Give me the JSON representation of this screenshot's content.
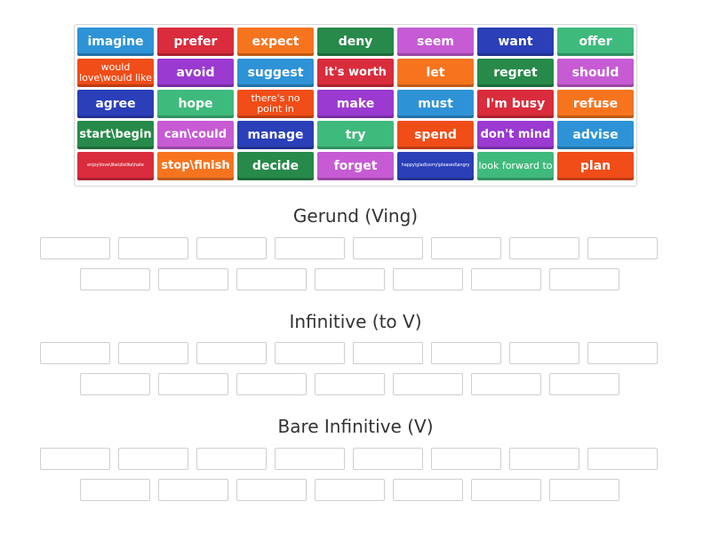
{
  "tiles": [
    {
      "label": "imagine",
      "color": "#2e93d6",
      "size": "l"
    },
    {
      "label": "prefer",
      "color": "#d92c3c",
      "size": "l"
    },
    {
      "label": "expect",
      "color": "#f7741f",
      "size": "l"
    },
    {
      "label": "deny",
      "color": "#278a4a",
      "size": "l"
    },
    {
      "label": "seem",
      "color": "#c65bd4",
      "size": "l"
    },
    {
      "label": "want",
      "color": "#2a3fb8",
      "size": "l"
    },
    {
      "label": "offer",
      "color": "#3fba7d",
      "size": "l"
    },
    {
      "label": "would love\\would like",
      "color": "#f04d18",
      "size": "s"
    },
    {
      "label": "avoid",
      "color": "#9a3ad1",
      "size": "l"
    },
    {
      "label": "suggest",
      "color": "#2e93d6",
      "size": "l"
    },
    {
      "label": "it's worth",
      "color": "#d92c3c",
      "size": "m"
    },
    {
      "label": "let",
      "color": "#f7741f",
      "size": "l"
    },
    {
      "label": "regret",
      "color": "#278a4a",
      "size": "l"
    },
    {
      "label": "should",
      "color": "#c65bd4",
      "size": "l"
    },
    {
      "label": "agree",
      "color": "#2a3fb8",
      "size": "l"
    },
    {
      "label": "hope",
      "color": "#3fba7d",
      "size": "l"
    },
    {
      "label": "there's no point in",
      "color": "#f04d18",
      "size": "s"
    },
    {
      "label": "make",
      "color": "#9a3ad1",
      "size": "l"
    },
    {
      "label": "must",
      "color": "#2e93d6",
      "size": "l"
    },
    {
      "label": "I'm busy",
      "color": "#d92c3c",
      "size": "l"
    },
    {
      "label": "refuse",
      "color": "#f7741f",
      "size": "l"
    },
    {
      "label": "start\\begin",
      "color": "#278a4a",
      "size": "m"
    },
    {
      "label": "can\\could",
      "color": "#c65bd4",
      "size": "m"
    },
    {
      "label": "manage",
      "color": "#2a3fb8",
      "size": "l"
    },
    {
      "label": "try",
      "color": "#3fba7d",
      "size": "l"
    },
    {
      "label": "spend",
      "color": "#f04d18",
      "size": "l"
    },
    {
      "label": "don't mind",
      "color": "#9a3ad1",
      "size": "m"
    },
    {
      "label": "advise",
      "color": "#2e93d6",
      "size": "l"
    },
    {
      "label": "enjoy\\love\\like\\dislike\\hate",
      "color": "#d92c3c",
      "size": "xs"
    },
    {
      "label": "stop\\finish",
      "color": "#f7741f",
      "size": "m"
    },
    {
      "label": "decide",
      "color": "#278a4a",
      "size": "l"
    },
    {
      "label": "forget",
      "color": "#c65bd4",
      "size": "l"
    },
    {
      "label": "happy\\glad\\sorry\\pleased\\angry",
      "color": "#2a3fb8",
      "size": "xs"
    },
    {
      "label": "look forward to",
      "color": "#3fba7d",
      "size": "s"
    },
    {
      "label": "plan",
      "color": "#f04d18",
      "size": "l"
    }
  ],
  "groups": [
    {
      "title": "Gerund (Ving)"
    },
    {
      "title": "Infinitive (to V)"
    },
    {
      "title": "Bare Infinitive (V)"
    }
  ]
}
